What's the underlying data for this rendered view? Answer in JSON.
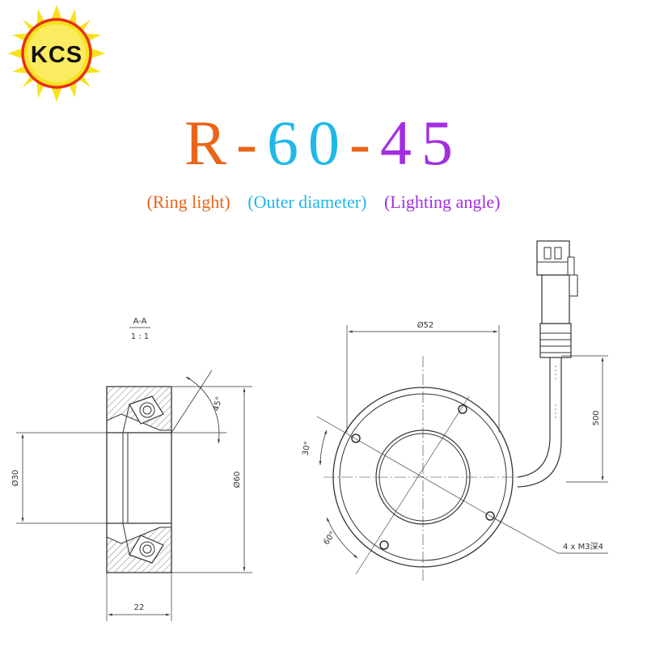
{
  "logo": {
    "text": "KCS"
  },
  "title": {
    "parts": [
      {
        "text": "R",
        "color": "#e8651a"
      },
      {
        "text": "-",
        "color": "#e8651a"
      },
      {
        "text": "60",
        "color": "#1fb8e8"
      },
      {
        "text": "-",
        "color": "#e8651a"
      },
      {
        "text": "45",
        "color": "#a12fe0"
      }
    ]
  },
  "subtitle": {
    "ring": {
      "text": "(Ring light)",
      "color": "#e8651a"
    },
    "outer": {
      "text": "(Outer diameter)",
      "color": "#1fb8e8"
    },
    "angle": {
      "text": "(Lighting angle)",
      "color": "#a12fe0"
    }
  },
  "section_view": {
    "label": "A-A",
    "scale": "1 : 1",
    "dim_inner": "Ø30",
    "dim_outer": "Ø60",
    "dim_width": "22",
    "dim_angle": "45°"
  },
  "front_view": {
    "dim_diameter": "Ø52",
    "dim_cable": "500",
    "angle_top": "30°",
    "angle_bottom": "60°",
    "holes_note": "4 x M3深4"
  }
}
